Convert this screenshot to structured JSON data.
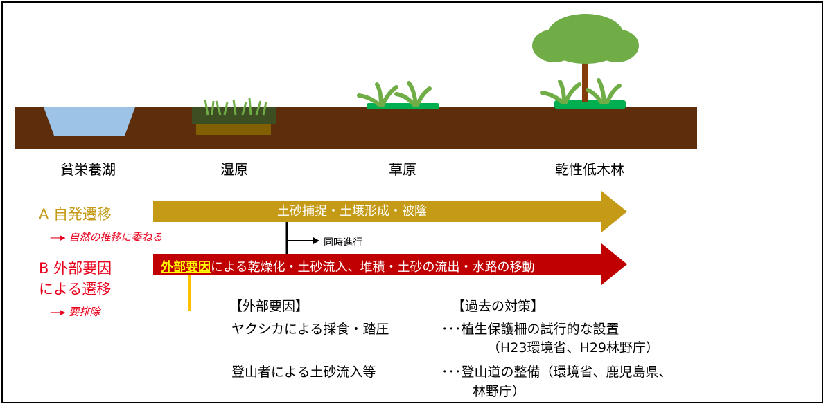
{
  "stages": [
    "貧栄養湖",
    "湿原",
    "草原",
    "乾性低木林"
  ],
  "arrow_a": {
    "label": "土砂捕捉・土壌形成・被陰",
    "color": "#c49a17"
  },
  "arrow_b": {
    "highlight": "外部要因",
    "text": "による乾燥化・土砂流入、堆積・土砂の流出・水路の移動",
    "color": "#c00000"
  },
  "simultaneous": "同時進行",
  "cat_a": {
    "label": "A 自発遷移",
    "sub": "自然の推移に委ねる",
    "color": "#c49a17"
  },
  "cat_b": {
    "line1": "B 外部要因",
    "line2": "による遷移",
    "sub": "要排除",
    "color": "#e8001c"
  },
  "headers": {
    "factors": "【外部要因】",
    "measures": "【過去の対策】"
  },
  "rows": [
    {
      "factor": "ヤクシカによる採食・踏圧",
      "measure": "･･･植生保護柵の試行的な設置",
      "measure_note": "（H23環境省、H29林野庁）"
    },
    {
      "factor": "登山者による土砂流入等",
      "measure": "･･･登山道の整備（環境省、鹿児島県、",
      "measure_note": "林野庁）"
    }
  ],
  "colors": {
    "soil": "#5e2d0b",
    "water": "#9dc3e6",
    "grass": "#00b050",
    "tree": "#70ad47",
    "trunk": "#843c0c",
    "bracket": "#ffc000"
  },
  "icons": [
    "water-icon",
    "wetland-plants-icon",
    "grass-icon",
    "tree-icon"
  ]
}
